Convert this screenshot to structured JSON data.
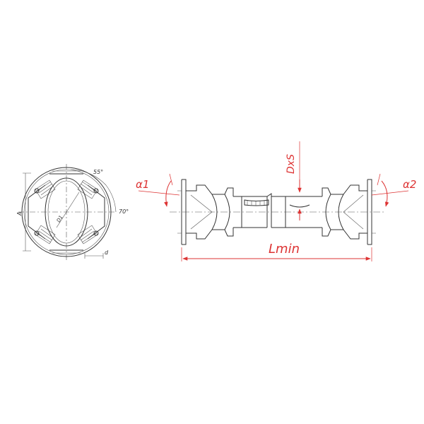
{
  "labels": {
    "alpha1": "α1",
    "alpha2": "α2",
    "dxs": "DxS",
    "lmin": "Lmin",
    "angle55": "55°",
    "angle70": "70°",
    "dim_a": "A",
    "dim_d1": "D1",
    "dim_d": "d"
  },
  "colors": {
    "line": "#333333",
    "dimension": "#dd3333"
  }
}
